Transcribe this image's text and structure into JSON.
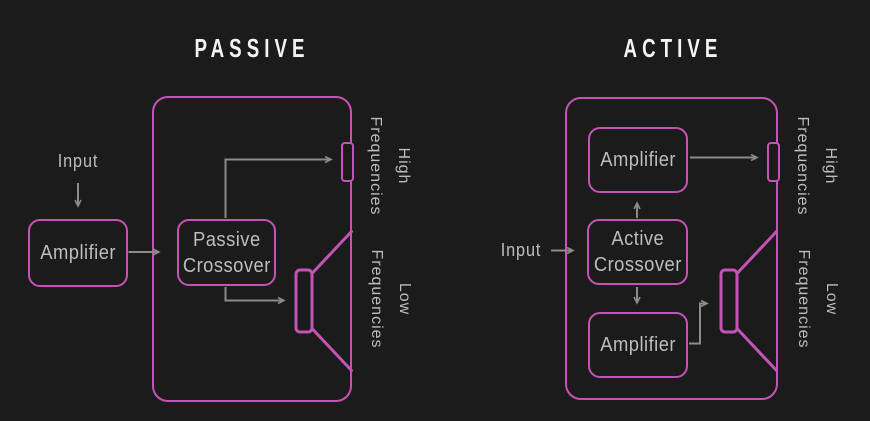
{
  "colors": {
    "background": "#1c1b1c",
    "accent_pink": "#c553b6",
    "wire_gray": "#8b8b8b",
    "label_gray": "#bdbdbd",
    "title_white": "#f3f3f3"
  },
  "passive": {
    "title": "PASSIVE",
    "input_label": "Input",
    "amplifier_label": "Amplifier",
    "crossover_label": "Passive\nCrossover",
    "high_frequencies_label": "High\nFrequencies",
    "low_frequencies_label": "Low\nFrequencies"
  },
  "active": {
    "title": "ACTIVE",
    "input_label": "Input",
    "amplifier_top_label": "Amplifier",
    "crossover_label": "Active\nCrossover",
    "amplifier_bottom_label": "Amplifier",
    "high_frequencies_label": "High\nFrequencies",
    "low_frequencies_label": "Low\nFrequencies"
  },
  "icons": {
    "tweeter": "tweeter-driver-icon",
    "woofer": "woofer-driver-icon",
    "connector": "signal-arrow"
  }
}
